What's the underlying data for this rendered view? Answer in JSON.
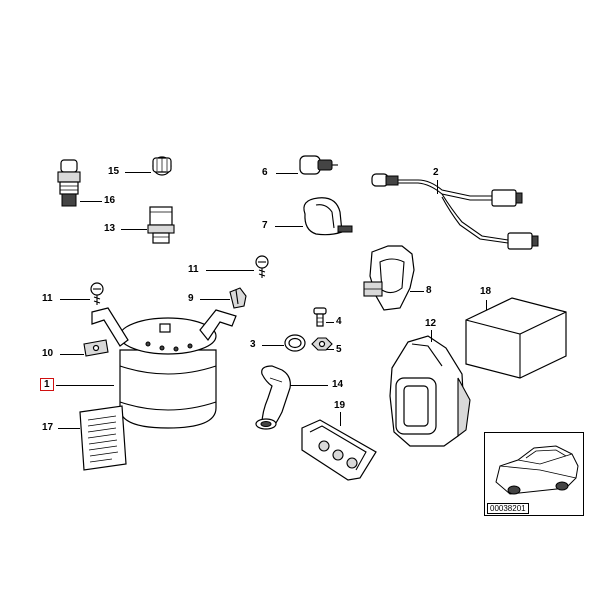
{
  "diagram": {
    "highlighted_part": "1",
    "reference_code": "00038201",
    "callouts": [
      {
        "id": "p15",
        "label": "15"
      },
      {
        "id": "p16",
        "label": "16"
      },
      {
        "id": "p13",
        "label": "13"
      },
      {
        "id": "p6",
        "label": "6"
      },
      {
        "id": "p2",
        "label": "2"
      },
      {
        "id": "p7",
        "label": "7"
      },
      {
        "id": "p11a",
        "label": "11"
      },
      {
        "id": "p11b",
        "label": "11"
      },
      {
        "id": "p9",
        "label": "9"
      },
      {
        "id": "p8",
        "label": "8"
      },
      {
        "id": "p18",
        "label": "18"
      },
      {
        "id": "p4",
        "label": "4"
      },
      {
        "id": "p12",
        "label": "12"
      },
      {
        "id": "p10",
        "label": "10"
      },
      {
        "id": "p3",
        "label": "3"
      },
      {
        "id": "p5",
        "label": "5"
      },
      {
        "id": "p1",
        "label": "1"
      },
      {
        "id": "p14",
        "label": "14"
      },
      {
        "id": "p19",
        "label": "19"
      },
      {
        "id": "p17",
        "label": "17"
      }
    ]
  }
}
